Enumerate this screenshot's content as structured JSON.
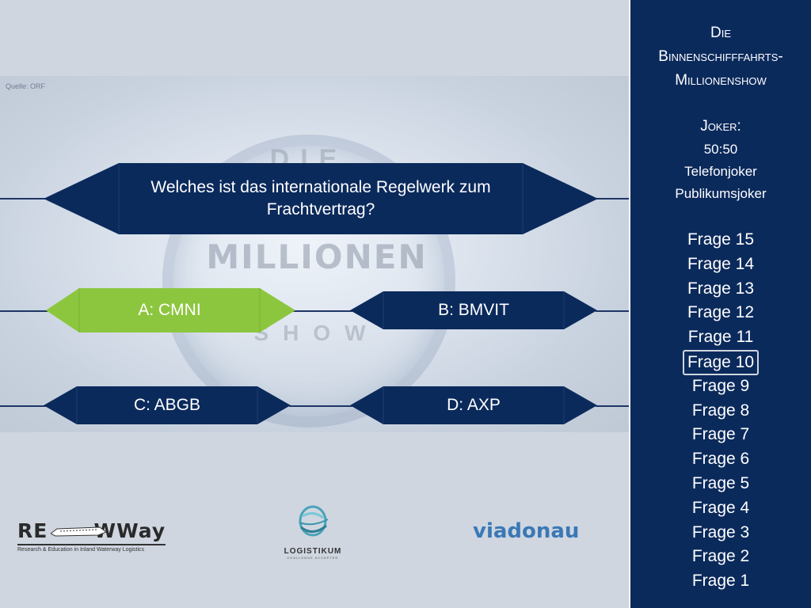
{
  "source": "Quelle: ORF",
  "show_logo": {
    "top_word": "DIE",
    "main_word": "MILLIONEN",
    "bottom_word": "SHOW"
  },
  "question": "Welches ist das internationale Regelwerk zum Frachtvertrag?",
  "answers": [
    {
      "label": "A: CMNI",
      "state": "selected",
      "color": "#8cc63f"
    },
    {
      "label": "B: BMVIT",
      "state": "normal",
      "color": "#0b2a5c"
    },
    {
      "label": "C: ABGB",
      "state": "normal",
      "color": "#0b2a5c"
    },
    {
      "label": "D: AXP",
      "state": "normal",
      "color": "#0b2a5c"
    }
  ],
  "panel": {
    "title_lines": [
      "Die",
      "Binnenschifffahrts-",
      "Millionenshow"
    ],
    "joker_title": "Joker:",
    "jokers": [
      "50:50",
      "Telefonjoker",
      "Publikumsjoker"
    ],
    "ladder": [
      "Frage 15",
      "Frage 14",
      "Frage 13",
      "Frage 12",
      "Frage 11",
      "Frage 10",
      "Frage 9",
      "Frage 8",
      "Frage 7",
      "Frage 6",
      "Frage 5",
      "Frage 4",
      "Frage 3",
      "Frage 2",
      "Frage 1"
    ],
    "current_question": "Frage 10",
    "background_color": "#0b2a5c"
  },
  "logos": {
    "reww_main": "RE      WWay",
    "reww_sub": "Research & Education in Inland Waterway Logistics",
    "logistikum_name": "LOGISTIKUM",
    "logistikum_tagline": "CHALLENGE ACCEPTED",
    "viadonau": "viadonau"
  }
}
